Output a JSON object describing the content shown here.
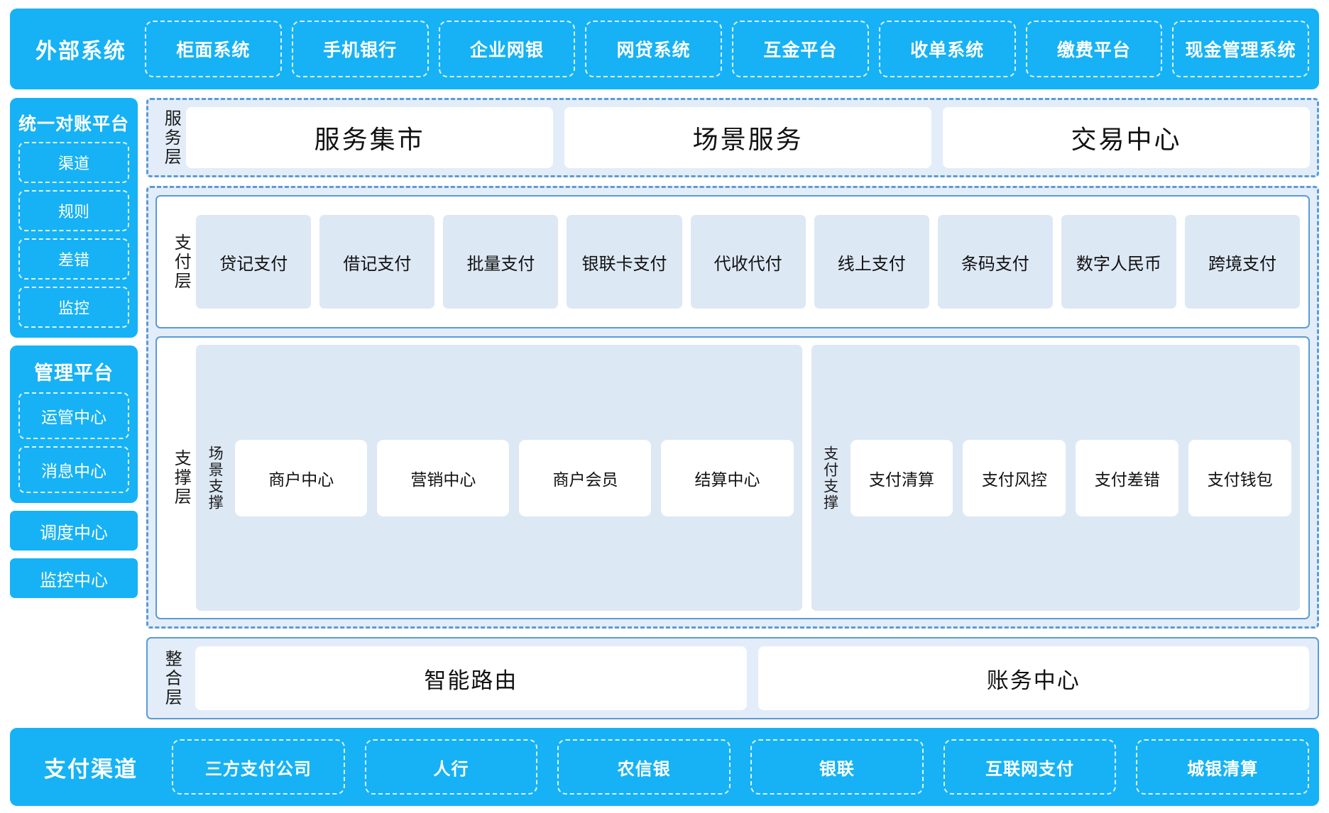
{
  "external_systems": {
    "title": "外部系统",
    "items": [
      "柜面系统",
      "手机银行",
      "企业网银",
      "网贷系统",
      "互金平台",
      "收单系统",
      "缴费平台",
      "现金管理系统"
    ]
  },
  "rail": {
    "reconciliation": {
      "title": "统一对账平台",
      "items": [
        "渠道",
        "规则",
        "差错",
        "监控"
      ]
    },
    "management": {
      "title": "管理平台",
      "items": [
        "运管中心",
        "消息中心"
      ]
    },
    "standalone": [
      "调度中心",
      "监控中心"
    ]
  },
  "service_layer": {
    "label": "服务层",
    "items": [
      "服务集市",
      "场景服务",
      "交易中心"
    ]
  },
  "payment_layer": {
    "label": "支付层",
    "items": [
      "贷记支付",
      "借记支付",
      "批量支付",
      "银联卡支付",
      "代收代付",
      "线上支付",
      "条码支付",
      "数字人民币",
      "跨境支付"
    ]
  },
  "support_layer": {
    "label": "支撑层",
    "clusters": [
      {
        "label": "场景支撑",
        "items": [
          "商户中心",
          "营销中心",
          "商户会员",
          "结算中心"
        ]
      },
      {
        "label": "支付支撑",
        "items": [
          "支付清算",
          "支付风控",
          "支付差错",
          "支付钱包"
        ]
      }
    ]
  },
  "integration_layer": {
    "label": "整合层",
    "items": [
      "智能路由",
      "账务中心"
    ]
  },
  "payment_channels": {
    "title": "支付渠道",
    "items": [
      "三方支付公司",
      "人行",
      "农信银",
      "银联",
      "互联网支付",
      "城银清算"
    ]
  },
  "colors": {
    "brand_blue": "#16b2f5",
    "panel_border": "#5b9bd5",
    "panel_fill": "#e3edf9",
    "chip_fill": "#dde8f5"
  }
}
